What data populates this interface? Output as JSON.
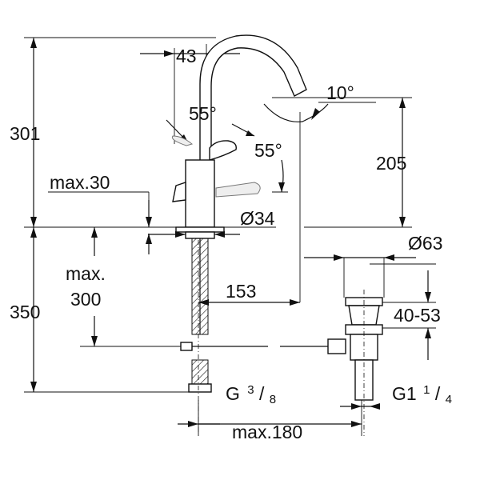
{
  "dimensions": {
    "total_height": "301",
    "spout_reach_top": "43",
    "lever_angle_left": "55°",
    "lever_angle_right": "55°",
    "spout_angle": "10°",
    "spout_height": "205",
    "deck_max": "max.30",
    "base_diameter": "Ø34",
    "waste_diameter": "Ø63",
    "under_max_line1": "max.",
    "under_max_line2": "300",
    "under_height": "350",
    "spout_projection": "153",
    "waste_range": "40-53",
    "connection_thread": {
      "prefix": "G",
      "num": "3",
      "den": "8"
    },
    "waste_thread": {
      "prefix": "G1",
      "num": "1",
      "den": "4"
    },
    "pop_up_max": "max.180"
  }
}
